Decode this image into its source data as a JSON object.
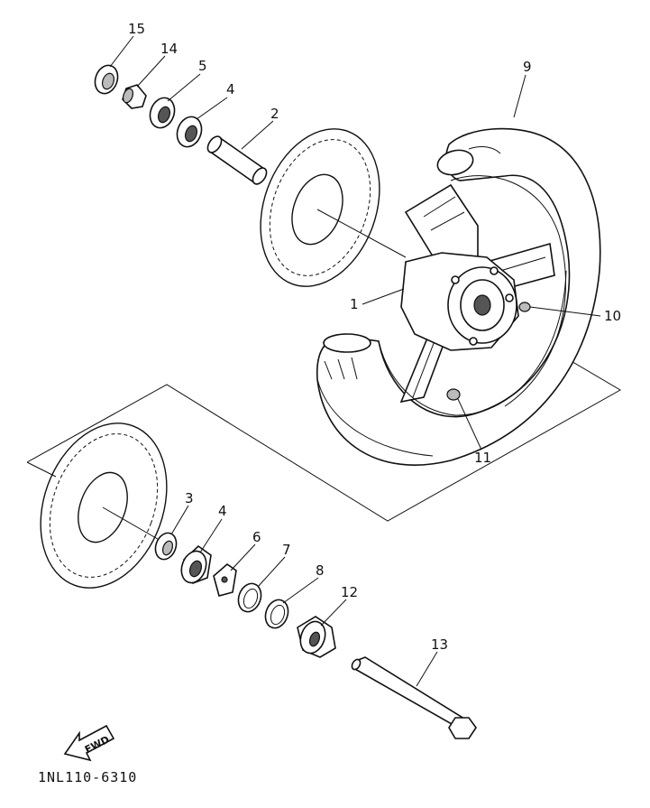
{
  "diagram": {
    "part_numbers": [
      "1",
      "2",
      "3",
      "4",
      "4",
      "5",
      "6",
      "7",
      "8",
      "9",
      "10",
      "11",
      "12",
      "13",
      "14",
      "15"
    ],
    "catalog_code": "1NL110-6310",
    "forward_marker": "FWD"
  }
}
